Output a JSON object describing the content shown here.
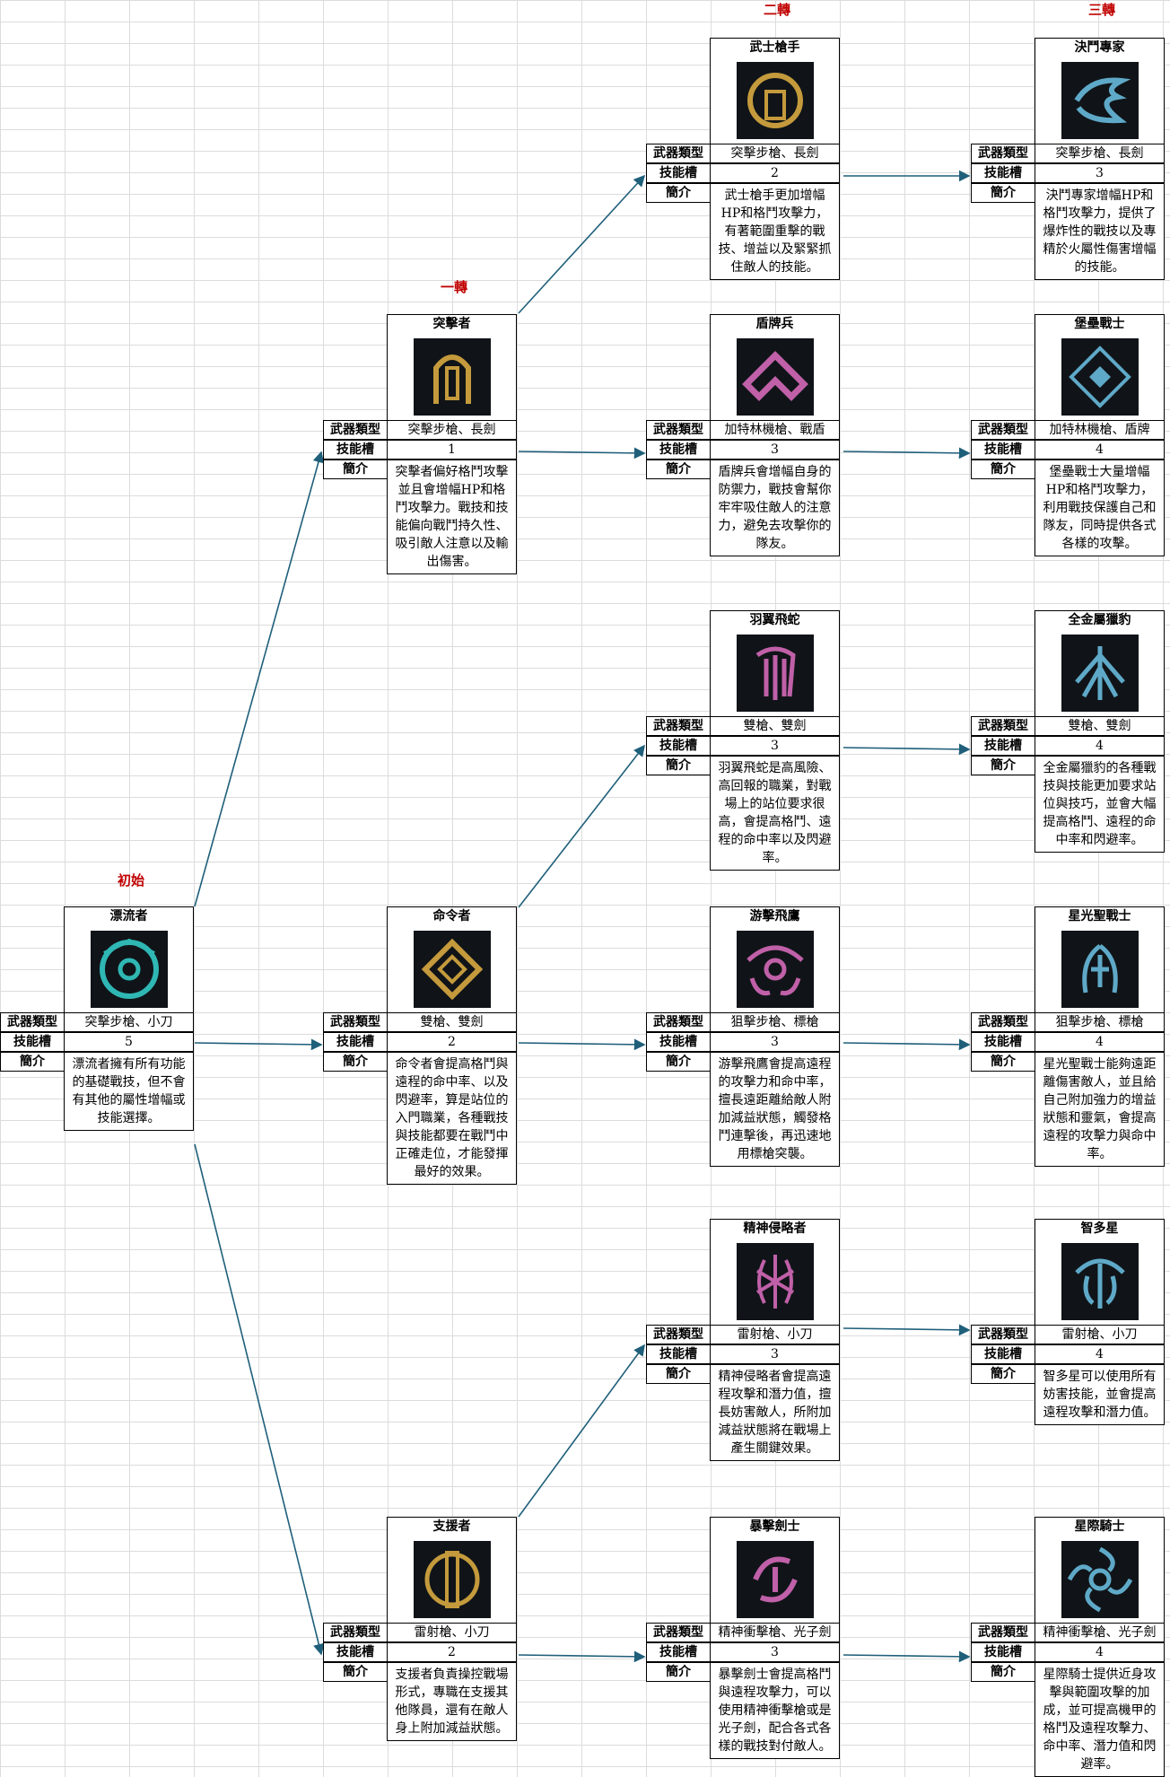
{
  "stages": {
    "initial": "初始",
    "first": "一轉",
    "second": "二轉",
    "third": "三轉"
  },
  "labels": {
    "weapon": "武器類型",
    "slots": "技能槽",
    "desc": "簡介"
  },
  "colors": {
    "stage_title": "#c00000",
    "connector": "#1f5f7a",
    "icon_bg": "#101418"
  },
  "classes": {
    "drifter": {
      "name": "漂流者",
      "weapon": "突擊步槍、小刀",
      "slots": "5",
      "desc": "漂流者擁有所有功能的基礎戰技，但不會有其他的屬性增幅或技能選擇。",
      "icon": "drifter-icon",
      "icon_color": "#2fb7b4"
    },
    "assault": {
      "name": "突擊者",
      "weapon": "突擊步槍、長劍",
      "slots": "1",
      "desc": "突擊者偏好格鬥攻擊並且會增幅HP和格鬥攻擊力。戰技和技能偏向戰鬥持久性、吸引敵人注意以及輸出傷害。",
      "icon": "assault-icon",
      "icon_color": "#c49a3c"
    },
    "commander": {
      "name": "命令者",
      "weapon": "雙槍、雙劍",
      "slots": "2",
      "desc": "命令者會提高格鬥與遠程的命中率、以及閃避率，算是站位的入門職業，各種戰技與技能都要在戰鬥中正確走位，才能發揮最好的效果。",
      "icon": "commander-icon",
      "icon_color": "#c49a3c"
    },
    "supporter": {
      "name": "支援者",
      "weapon": "雷射槍、小刀",
      "slots": "2",
      "desc": "支援者負責操控戰場形式，專職在支援其他隊員，還有在敵人身上附加減益狀態。",
      "icon": "supporter-icon",
      "icon_color": "#c49a3c"
    },
    "samurai": {
      "name": "武士槍手",
      "weapon": "突擊步槍、長劍",
      "slots": "2",
      "desc": "武士槍手更加增幅HP和格鬥攻擊力，有著範圍重擊的戰技、增益以及緊緊抓住敵人的技能。",
      "icon": "samurai-icon",
      "icon_color": "#c49a3c"
    },
    "shield": {
      "name": "盾牌兵",
      "weapon": "加特林機槍、戰盾",
      "slots": "3",
      "desc": "盾牌兵會增幅自身的防禦力，戰技會幫你牢牢吸住敵人的注意力，避免去攻擊你的隊友。",
      "icon": "shield-icon",
      "icon_color": "#c060a8"
    },
    "wingsnake": {
      "name": "羽翼飛蛇",
      "weapon": "雙槍、雙劍",
      "slots": "3",
      "desc": "羽翼飛蛇是高風險、高回報的職業，對戰場上的站位要求很高，會提高格鬥、遠程的命中率以及閃避率。",
      "icon": "wingsnake-icon",
      "icon_color": "#c060a8"
    },
    "hawk": {
      "name": "游擊飛鷹",
      "weapon": "狙擊步槍、標槍",
      "slots": "3",
      "desc": "游擊飛鷹會提高遠程的攻擊力和命中率，擅長遠距離給敵人附加減益狀態，觸發格鬥連擊後，再迅速地用標槍突襲。",
      "icon": "hawk-icon",
      "icon_color": "#c060a8"
    },
    "psyker": {
      "name": "精神侵略者",
      "weapon": "雷射槍、小刀",
      "slots": "3",
      "desc": "精神侵略者會提高遠程攻擊和潛力值，擅長妨害敵人，所附加減益狀態將在戰場上產生關鍵效果。",
      "icon": "psyker-icon",
      "icon_color": "#c060a8"
    },
    "berserker": {
      "name": "暴擊劍士",
      "weapon": "精神衝擊槍、光子劍",
      "slots": "3",
      "desc": "暴擊劍士會提高格鬥與遠程攻擊力，可以使用精神衝擊槍或是光子劍，配合各式各樣的戰技對付敵人。",
      "icon": "berserker-icon",
      "icon_color": "#c060a8"
    },
    "duelist": {
      "name": "決鬥專家",
      "weapon": "突擊步槍、長劍",
      "slots": "3",
      "desc": "決鬥專家增幅HP和格鬥攻擊力，提供了爆炸性的戰技以及專精於火屬性傷害增幅的技能。",
      "icon": "duelist-icon",
      "icon_color": "#5fa9c8"
    },
    "bastion": {
      "name": "堡壘戰士",
      "weapon": "加特林機槍、盾牌",
      "slots": "4",
      "desc": "堡壘戰士大量增幅HP和格鬥攻擊力，利用戰技保護自己和隊友，同時提供各式各樣的攻擊。",
      "icon": "bastion-icon",
      "icon_color": "#5fa9c8"
    },
    "panther": {
      "name": "全金屬獵豹",
      "weapon": "雙槍、雙劍",
      "slots": "4",
      "desc": "全金屬獵豹的各種戰技與技能更加要求站位與技巧，並會大幅提高格鬥、遠程的命中率和閃避率。",
      "icon": "panther-icon",
      "icon_color": "#5fa9c8"
    },
    "starlight": {
      "name": "星光聖戰士",
      "weapon": "狙擊步槍、標槍",
      "slots": "4",
      "desc": "星光聖戰士能夠遠距離傷害敵人，並且給自己附加強力的增益狀態和靈氣，會提高遠程的攻擊力與命中率。",
      "icon": "starlight-icon",
      "icon_color": "#5fa9c8"
    },
    "sage": {
      "name": "智多星",
      "weapon": "雷射槍、小刀",
      "slots": "4",
      "desc": "智多星可以使用所有妨害技能，並會提高遠程攻擊和潛力值。",
      "icon": "sage-icon",
      "icon_color": "#5fa9c8"
    },
    "stellar": {
      "name": "星際騎士",
      "weapon": "精神衝擊槍、光子劍",
      "slots": "4",
      "desc": "星際騎士提供近身攻擊與範圍攻擊的加成，並可提高機甲的格鬥及遠程攻擊力、命中率、潛力值和閃避率。",
      "icon": "stellar-icon",
      "icon_color": "#5fa9c8"
    }
  }
}
